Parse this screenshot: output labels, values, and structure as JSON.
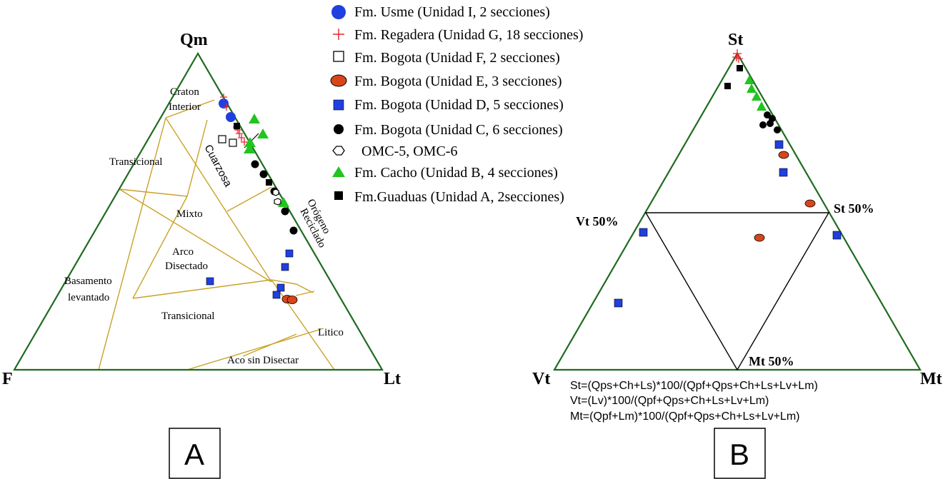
{
  "colors": {
    "triangle_outline": "#1f6b1f",
    "field_lines": "#c9a227",
    "usme": "#1f3fe0",
    "regadera": "#e8242b",
    "bogota_e": "#d9451a",
    "bogota_d": "#1f3fe0",
    "cacho": "#22c41f",
    "black": "#000000"
  },
  "legend": [
    {
      "label": "Fm. Usme   (Unidad I, 2 secciones)",
      "symbol": "blue-circle-icon"
    },
    {
      "label": "Fm. Regadera (Unidad G, 18 secciones)",
      "symbol": "red-cross-icon"
    },
    {
      "label": "Fm. Bogota (Unidad F, 2 secciones)",
      "symbol": "open-square-icon"
    },
    {
      "label": "Fm. Bogota (Unidad E, 3 secciones)",
      "symbol": "orange-ellipse-icon"
    },
    {
      "label": "Fm. Bogota (Unidad D, 5 secciones)",
      "symbol": "blue-square-icon"
    },
    {
      "label": "Fm. Bogota (Unidad C, 6 secciones)",
      "symbol": "black-circle-icon"
    },
    {
      "label": "OMC-5, OMC-6",
      "symbol": "open-hexagon-icon"
    },
    {
      "label": "Fm. Cacho  (Unidad B, 4 secciones)",
      "symbol": "green-triangle-icon"
    },
    {
      "label": "Fm.Guaduas (Unidad A, 2secciones)",
      "symbol": "black-square-icon"
    }
  ],
  "diagram_a": {
    "apex_top": "Qm",
    "apex_left": "F",
    "apex_right": "Lt",
    "panel_label": "A",
    "fields": {
      "craton": "Craton",
      "interior": "Interior",
      "transicional_top": "Transicional",
      "cuarzosa": "Cuarzosa",
      "mixto": "Mixto",
      "arco": "Arco",
      "disectado": "Disectado",
      "basamento": "Basamento",
      "levantado": "levantado",
      "transicional_bottom": "Transicional",
      "litico": "Litico",
      "aco_sin_disectar": "Aco sin Disectar",
      "orogeno": "Orógeno",
      "reciclado": "Reciclado"
    }
  },
  "diagram_b": {
    "apex_top": "St",
    "apex_left": "Vt",
    "apex_right": "Mt",
    "panel_label": "B",
    "vt50": "Vt 50%",
    "st50": "St 50%",
    "mt50": "Mt 50%",
    "formula_st": "St=(Qps+Ch+Ls)*100/(Qpf+Qps+Ch+Ls+Lv+Lm)",
    "formula_vt": "Vt=(Lv)*100/(Qpf+Qps+Ch+Ls+Lv+Lm)",
    "formula_mt": "Mt=(Qpf+Lm)*100/(Qpf+Qps+Ch+Ls+Lv+Lm)"
  }
}
